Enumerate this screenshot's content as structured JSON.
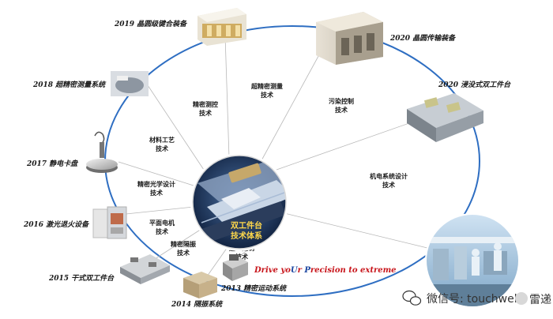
{
  "colors": {
    "ring": "#2e6ec2",
    "spoke": "#b8b8b8",
    "slogan_red": "#c8151b",
    "slogan_blue": "#1a45a0",
    "center_text": "#ffd84a"
  },
  "nodes": [
    {
      "id": "2019",
      "label": "2019 晶圆级键合装备",
      "icon": "bonding-machine-icon"
    },
    {
      "id": "2020a",
      "label": "2020 晶圆传输装备",
      "icon": "wafer-transfer-machine-icon"
    },
    {
      "id": "2020b",
      "label": "2020 浸没式双工件台",
      "icon": "immersion-stage-icon"
    },
    {
      "id": "2018",
      "label": "2018 超精密测量系统",
      "icon": "measurement-system-icon"
    },
    {
      "id": "2017",
      "label": "2017 静电卡盘",
      "icon": "electrostatic-chuck-icon"
    },
    {
      "id": "2016",
      "label": "2016 激光退火设备",
      "icon": "laser-annealing-machine-icon"
    },
    {
      "id": "2015",
      "label": "2015 干式双工件台",
      "icon": "dry-dual-stage-icon"
    },
    {
      "id": "2014",
      "label": "2014 隔振系统",
      "icon": "vibration-isolation-icon"
    },
    {
      "id": "2013",
      "label": "2013 精密运动系统",
      "icon": "precision-motion-icon"
    }
  ],
  "technologies": [
    {
      "line1": "超精密测量",
      "line2": "技术"
    },
    {
      "line1": "污染控制",
      "line2": "技术"
    },
    {
      "line1": "精密测控",
      "line2": "技术"
    },
    {
      "line1": "材料工艺",
      "line2": "技术"
    },
    {
      "line1": "机电系统设计",
      "line2": "技术"
    },
    {
      "line1": "精密光学设计",
      "line2": "技术"
    },
    {
      "line1": "平面电机",
      "line2": "技术"
    },
    {
      "line1": "精密隔振",
      "line2": "技术"
    },
    {
      "line1": "运动控制",
      "line2": "技术"
    }
  ],
  "center": {
    "line1": "双工件台",
    "line2": "技术体系"
  },
  "slogan": [
    {
      "text": "Drive yo",
      "color": "red"
    },
    {
      "text": "U",
      "color": "blue"
    },
    {
      "text": "r ",
      "color": "red"
    },
    {
      "text": "P",
      "color": "blue"
    },
    {
      "text": "recision to extreme",
      "color": "red"
    }
  ],
  "watermark": {
    "icon": "wechat-icon",
    "text": "微信号: touchweb",
    "brand": "雷递"
  }
}
